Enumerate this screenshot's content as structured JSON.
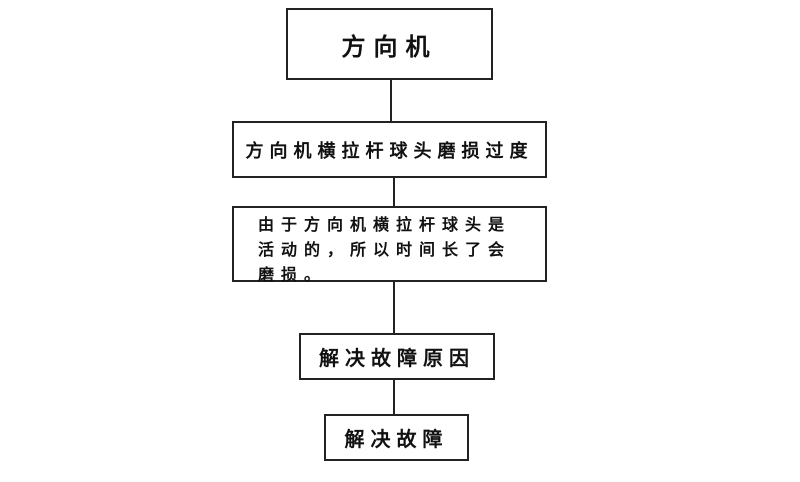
{
  "diagram": {
    "nodes": [
      {
        "id": "steering-gear",
        "label": "方向机"
      },
      {
        "id": "wear",
        "label": "方向机横拉杆球头磨损过度"
      },
      {
        "id": "reason",
        "lines": [
          "由于方向机横拉杆球头是",
          "活动的，所以时间长了会",
          "磨损。"
        ]
      },
      {
        "id": "fix-cause",
        "label": "解决故障原因"
      },
      {
        "id": "fix",
        "label": "解决故障"
      }
    ],
    "edges": [
      [
        "steering-gear",
        "wear"
      ],
      [
        "wear",
        "reason"
      ],
      [
        "reason",
        "fix-cause"
      ],
      [
        "fix-cause",
        "fix"
      ]
    ]
  }
}
